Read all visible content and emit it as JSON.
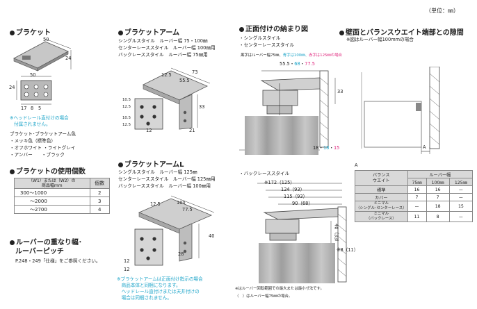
{
  "unit_label": "（単位：㎜）",
  "bracket": {
    "title": "ブラケット",
    "dims_top": [
      "50",
      "24"
    ],
    "dims_bottom": [
      "50",
      "24",
      "17",
      "8",
      "5"
    ],
    "note": [
      "※ヘッドレール直付けの場合",
      "付属されません。"
    ],
    "color_title": "ブラケット･ブラケットアーム色",
    "colors": [
      "・メッキ色（標準色）",
      "・オフホワイト ・ライトグレイ",
      "・アンバー　　・ブラック"
    ]
  },
  "usage": {
    "title": "ブラケットの使用個数",
    "col1": [
      "（W1）または（W2）の",
      "商品幅mm"
    ],
    "col2": "個数",
    "rows": [
      {
        "range": "300〜1000",
        "count": "2"
      },
      {
        "range": "〜2000",
        "count": "3"
      },
      {
        "range": "〜2700",
        "count": "4"
      }
    ]
  },
  "overlap": {
    "title": [
      "ルーバーの重なり幅･",
      "ルーバーピッチ"
    ],
    "ref": "P.248・249「仕様」をご参照ください。"
  },
  "arm": {
    "title": "ブラケットアーム",
    "lines": [
      "シングルスタイル　ルーバー幅 75・100㎜",
      "センターレーススタイル　ルーバー幅 100㎜用",
      "バックレーススタイル　ルーバー幅 75㎜用"
    ],
    "dims": [
      "73",
      "55.5",
      "12.5",
      "33",
      "21",
      "12",
      "10.5",
      "12.5",
      "10.5",
      "12.5"
    ]
  },
  "arm_l": {
    "title": "ブラケットアームL",
    "lines": [
      "シングルスタイル　ルーバー幅 125㎜",
      "センターレーススタイル　ルーバー幅 125㎜用",
      "バックレーススタイル　ルーバー幅 100㎜用"
    ],
    "dims": [
      "100",
      "77.5",
      "12.5",
      "28",
      "40",
      "12",
      "12"
    ],
    "note": [
      "※ブラケットアームは正面付け指示の場合",
      "　商品本体と同梱になります。",
      "　ヘッドレール直付けまたは天井付けの",
      "　場合は同梱されません。"
    ]
  },
  "front": {
    "title": "正面付けの納まり図",
    "styles": [
      "・シングルスタイル",
      "・センターレーススタイル"
    ],
    "legend": {
      "black": "黒字はルーバー幅75㎜、",
      "cyan": "青字は100㎜、",
      "magenta": "赤字は125㎜の場合"
    },
    "top_dims": {
      "a": "55.5",
      "b": "68",
      "c": "77.5"
    },
    "side_dim": "33",
    "bottom_dims": {
      "a": "18",
      "b": "18",
      "c": "15"
    },
    "back_title": "・バックレーススタイル",
    "back_dims": [
      "※172（125）",
      "124（93）",
      "115（93）",
      "90（68）",
      "40（33）",
      "※8（11）"
    ],
    "foot": [
      "※はルーバー回転範囲での最大または最小寸法です。",
      "（　）はルーバー幅75㎜の場合。"
    ]
  },
  "wall": {
    "title": "壁面とバランスウエイト端部との隙間",
    "note": "※図はルーバー幅100mmの場合",
    "label_a": "A",
    "table_label": "A",
    "table": {
      "h1": [
        "バランス",
        "ウエイト"
      ],
      "h2": "ルーバー幅",
      "widths": [
        "75㎜",
        "100㎜",
        "125㎜"
      ],
      "rows": [
        {
          "name": [
            "標準"
          ],
          "v": [
            "16",
            "16",
            "ー"
          ]
        },
        {
          "name": [
            "カバー"
          ],
          "v": [
            "7",
            "7",
            "ー"
          ]
        },
        {
          "name": [
            "ミニマル",
            "（シングル･センターレース）"
          ],
          "v": [
            "ー",
            "18",
            "15"
          ]
        },
        {
          "name": [
            "ミニマル",
            "（バックレース）"
          ],
          "v": [
            "11",
            "8",
            "ー"
          ]
        }
      ]
    }
  }
}
